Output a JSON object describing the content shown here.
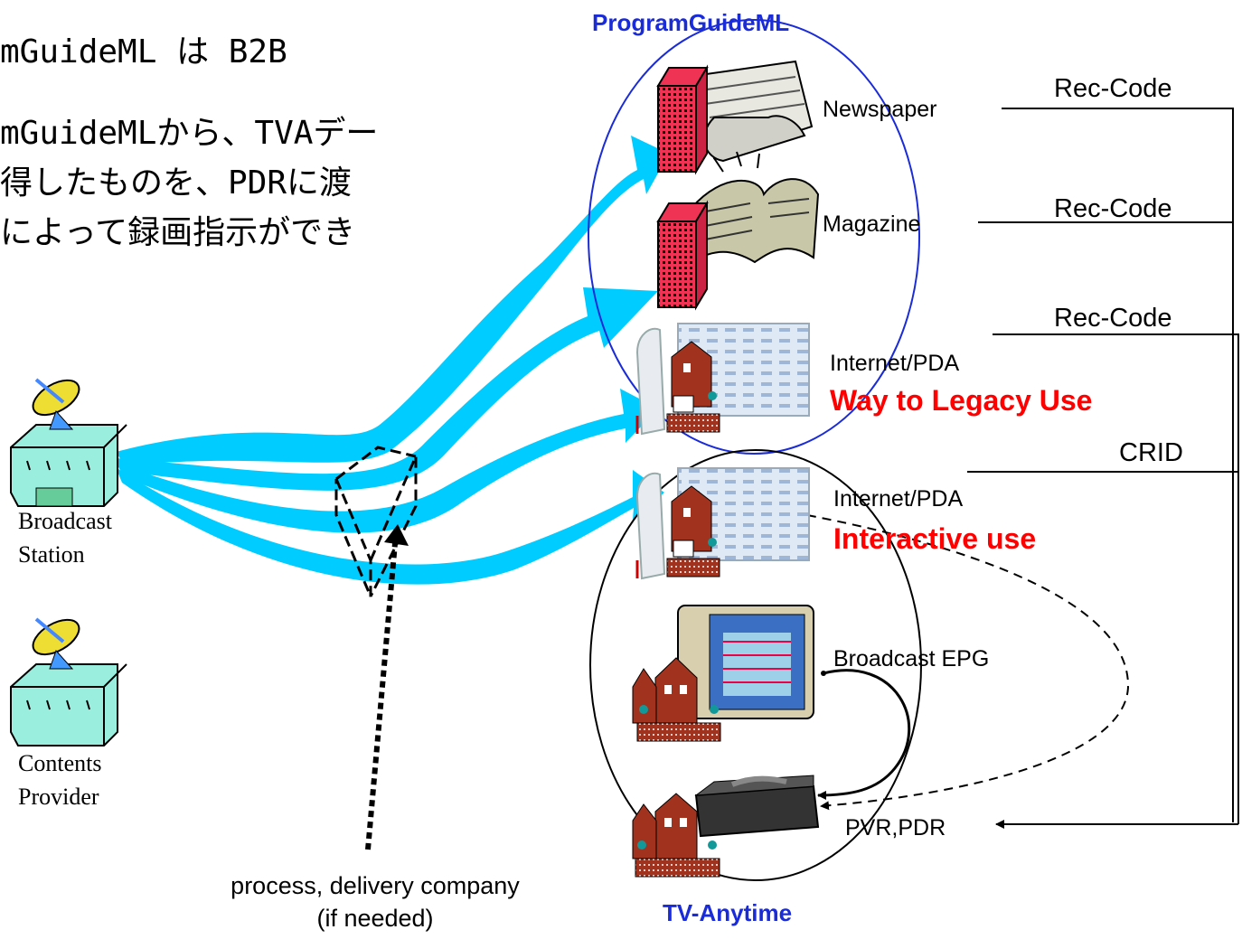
{
  "heading_lines": [
    "mGuideML は B2B",
    "mGuideMLから、TVAデー",
    "得したものを、PDRに渡",
    "によって録画指示ができ"
  ],
  "program_guide_ml_label": "ProgramGuideML",
  "tv_anytime_label": "TV-Anytime",
  "sources": {
    "broadcast_station": [
      "Broadcast",
      "Station"
    ],
    "contents_provider": [
      "Contents",
      "Provider"
    ]
  },
  "delivery_label": [
    "process, delivery company",
    "(if needed)"
  ],
  "media": {
    "newspaper": "Newspaper",
    "magazine": "Magazine",
    "internet_pda_1": "Internet/PDA",
    "legacy_use": "Way to Legacy Use",
    "internet_pda_2": "Internet/PDA",
    "interactive_use": "Interactive use",
    "broadcast_epg": "Broadcast EPG",
    "pvr_pdr": "PVR,PDR"
  },
  "codes": {
    "rec_code_1": "Rec-Code",
    "rec_code_2": "Rec-Code",
    "rec_code_3": "Rec-Code",
    "crid": "CRID"
  },
  "colors": {
    "arrow": "#00ccff",
    "program_guide_ml": "#1a2bd8",
    "highlight": "#ff0000",
    "building": "#ee3355",
    "house": "#a0321e",
    "station": "#99eedd"
  }
}
